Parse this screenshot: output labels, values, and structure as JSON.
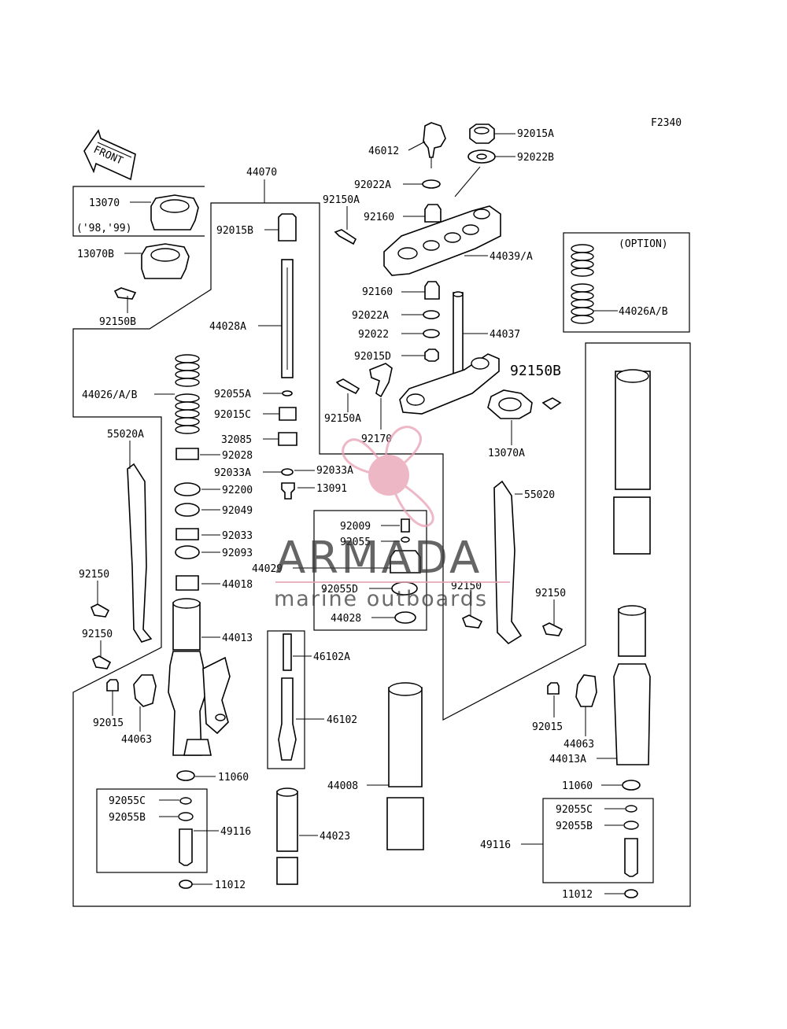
{
  "figure_code": "F2340",
  "front_label": "FRONT",
  "watermark": {
    "title": "ARMADA",
    "subtitle": "marine outboards",
    "colors": {
      "logo": "#e8a0b4",
      "text": "#3a3a3a"
    }
  },
  "inset_years": "('98,'99)",
  "option_label": "(OPTION)",
  "labels": {
    "p46012": "46012",
    "p92015A": "92015A",
    "p92022B": "92022B",
    "p92022A_top": "92022A",
    "p92150A_top": "92150A",
    "p92160_top": "92160",
    "p44039": "44039/A",
    "p92160_low": "92160",
    "p92022A_low": "92022A",
    "p92022": "92022",
    "p44037": "44037",
    "p92015D": "92015D",
    "p92150B_big": "92150B",
    "p92150A_low": "92150A",
    "p92170": "92170",
    "p13070A": "13070A",
    "p44026AB_opt": "44026A/B",
    "p44070": "44070",
    "p13070": "13070",
    "p92015B": "92015B",
    "p13070B": "13070B",
    "p92150B_left": "92150B",
    "p44028A": "44028A",
    "p44026AB": "44026/A/B",
    "p92055A": "92055A",
    "p92015C": "92015C",
    "p32085": "32085",
    "p92028": "92028",
    "p92033A_l": "92033A",
    "p92033A_r": "92033A",
    "p13091": "13091",
    "p92200": "92200",
    "p92049": "92049",
    "p92033": "92033",
    "p92093": "92093",
    "p44018": "44018",
    "p44013": "44013",
    "p55020A": "55020A",
    "p92150_l1": "92150",
    "p92150_l2": "92150",
    "p92015_l": "92015",
    "p44063_l": "44063",
    "p11060_l": "11060",
    "p92055C_l": "92055C",
    "p92055B_l": "92055B",
    "p49116_l": "49116",
    "p11012_l": "11012",
    "p92009": "92009",
    "p92055": "92055",
    "p44029": "44029",
    "p92055D": "92055D",
    "p44028": "44028",
    "p46102A": "46102A",
    "p46102": "46102",
    "p44023": "44023",
    "p44008": "44008",
    "p55020": "55020",
    "p92150_r1": "92150",
    "p92150_r2": "92150",
    "p92015_r": "92015",
    "p44063_r": "44063",
    "p44013A": "44013A",
    "p11060_r": "11060",
    "p92055C_r": "92055C",
    "p92055B_r": "92055B",
    "p49116_r": "49116",
    "p11012_r": "11012"
  }
}
